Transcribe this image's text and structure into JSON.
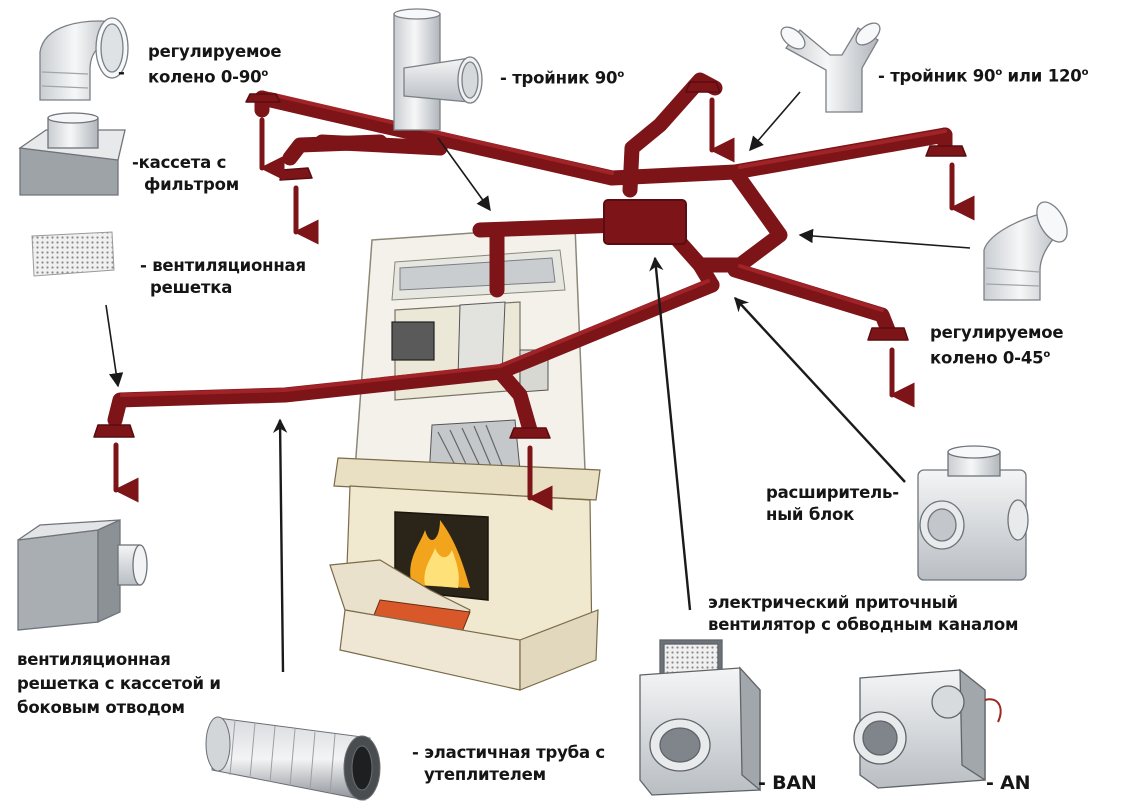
{
  "colors": {
    "duct": "#7d1418",
    "duct_highlight": "#a4252a",
    "arrow": "#1a1a1a",
    "metal": "#e6e8ea",
    "metal_shadow": "#b7bcc1",
    "fire": "#f2a51c"
  },
  "labels": {
    "elbow_90": [
      "регулируемое",
      "колено  0-90",
      "о"
    ],
    "tee_90": [
      "- тройник 90",
      "о"
    ],
    "tee_90_120": [
      "- тройник 90",
      "о",
      " или 120",
      "о"
    ],
    "cassette_filter": [
      "-кассета с",
      "фильтром"
    ],
    "vent_grille": [
      "- вентиляционная",
      "решетка"
    ],
    "elbow_45": [
      "регулируемое",
      "колено  0-45",
      "о"
    ],
    "expander": [
      "расширитель-",
      "ный блок"
    ],
    "fan": [
      "электрический приточный",
      "вентилятор с обводным каналом"
    ],
    "grille_cassette": [
      "вентиляционная",
      "решетка с кассетой и",
      "боковым отводом"
    ],
    "flex_pipe": [
      "- эластичная труба с",
      "утеплителем"
    ],
    "ban": "- BAN",
    "an": "- AN",
    "dash_elbow": "-"
  },
  "icons": [
    "elbow-90-icon",
    "tee-90-icon",
    "tee-y-icon",
    "cassette-filter-icon",
    "vent-grille-icon",
    "elbow-45-icon",
    "expander-block-icon",
    "grille-side-outlet-icon",
    "flex-pipe-icon",
    "fan-ban-icon",
    "fan-an-icon",
    "fireplace-icon"
  ]
}
